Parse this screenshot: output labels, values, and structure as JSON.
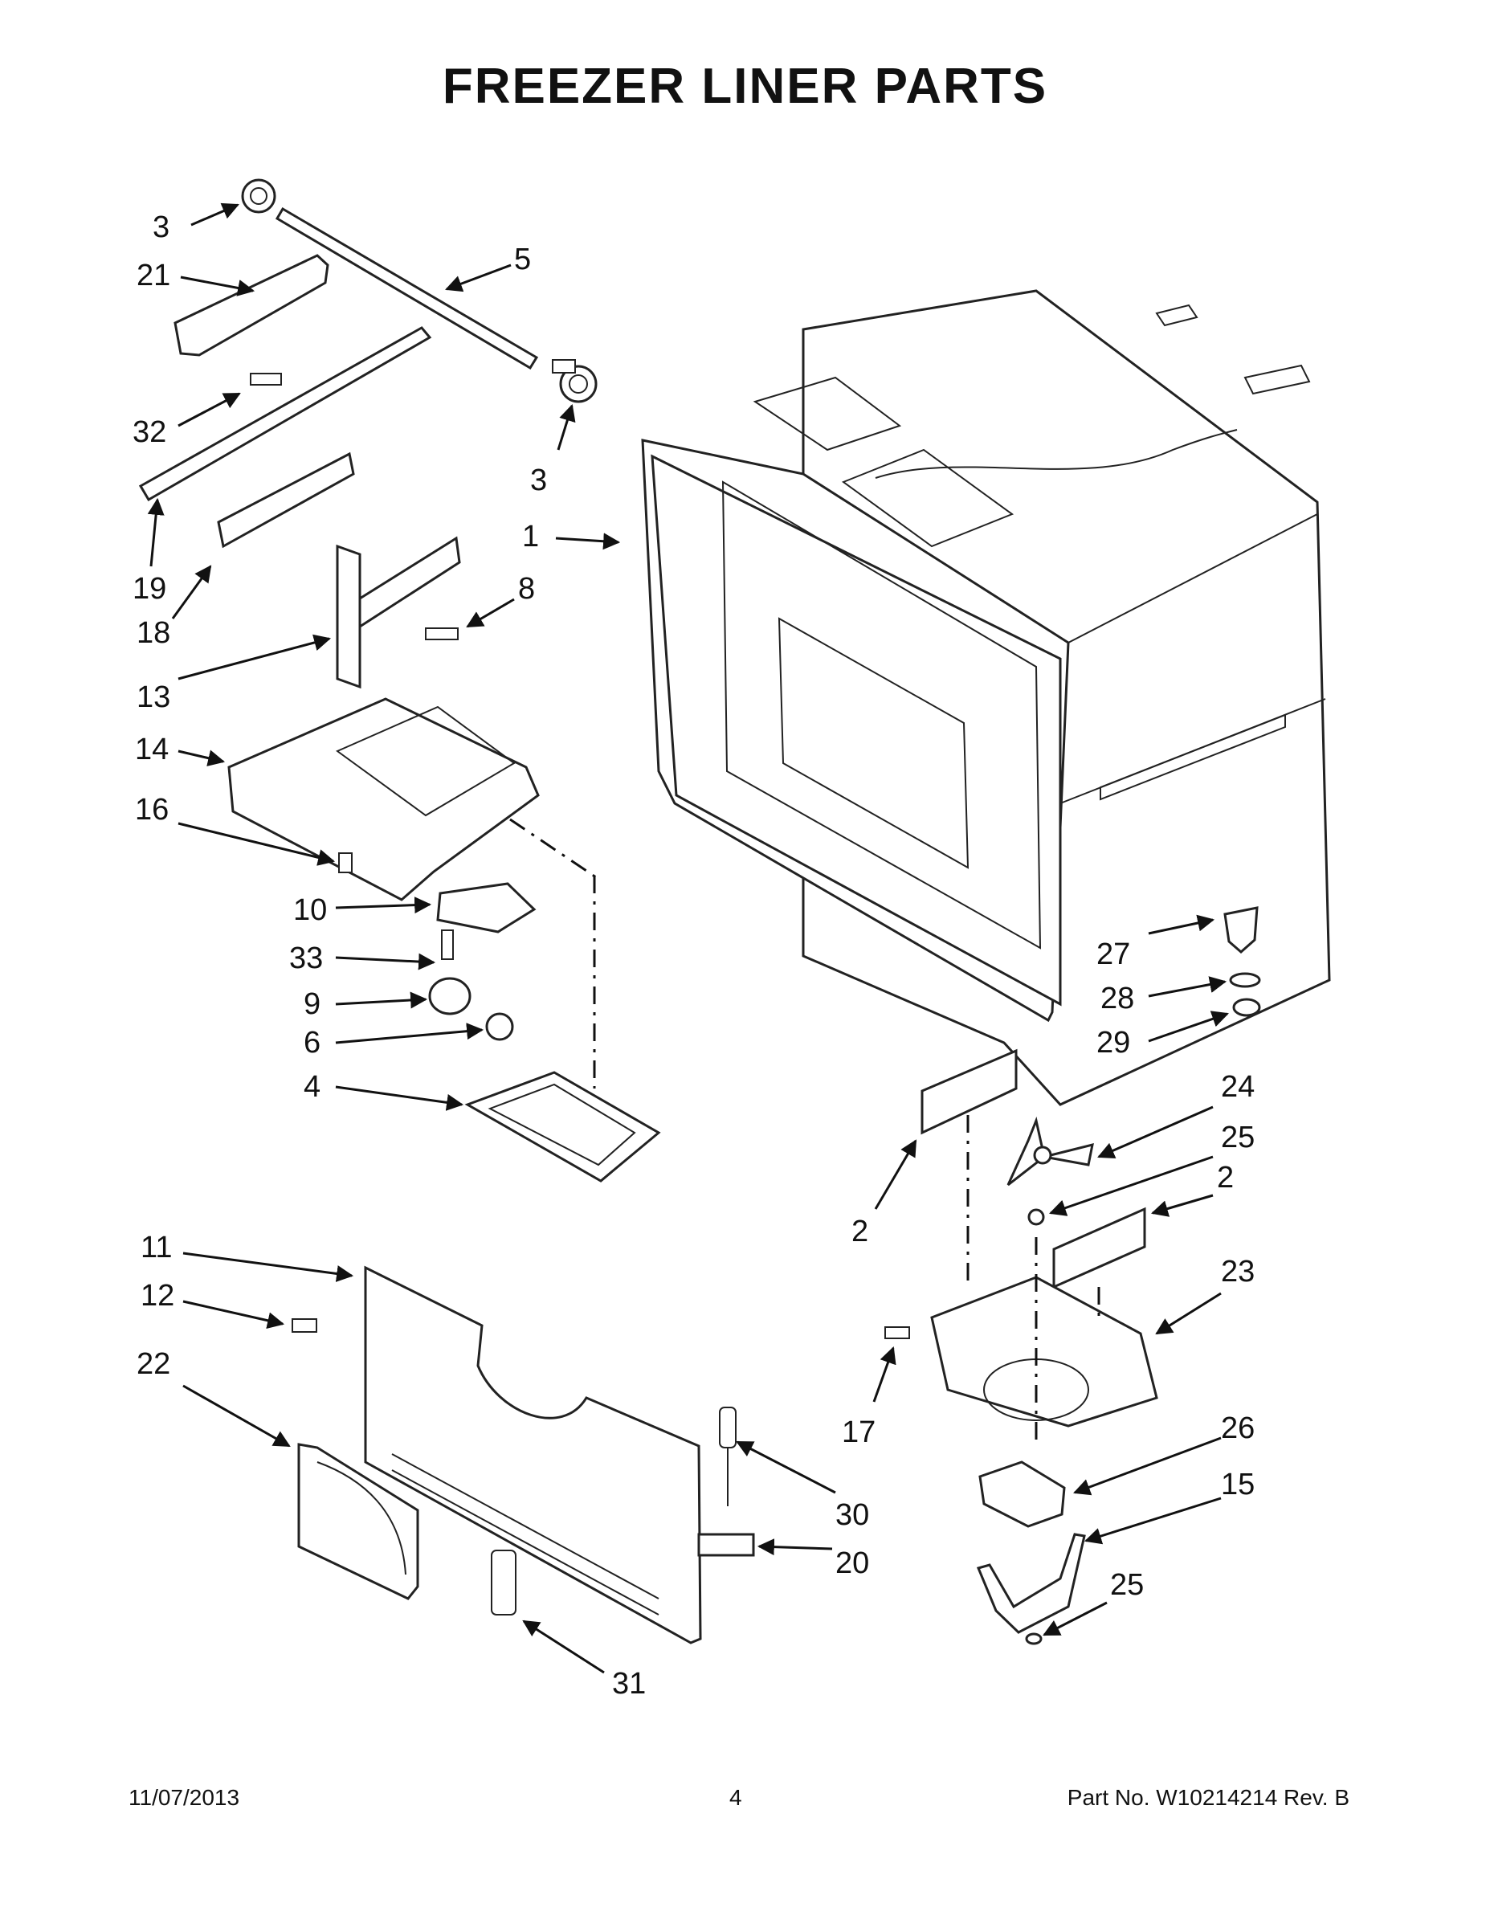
{
  "title": "FREEZER LINER PARTS",
  "callouts": [
    "3",
    "21",
    "5",
    "32",
    "3",
    "19",
    "18",
    "1",
    "8",
    "13",
    "14",
    "16",
    "10",
    "33",
    "9",
    "6",
    "4",
    "27",
    "28",
    "29",
    "24",
    "25",
    "2",
    "2",
    "23",
    "11",
    "12",
    "22",
    "17",
    "26",
    "15",
    "30",
    "20",
    "25",
    "31"
  ],
  "footer": {
    "date": "11/07/2013",
    "page": "4",
    "part_number": "Part No.  W10214214  Rev.  B"
  }
}
